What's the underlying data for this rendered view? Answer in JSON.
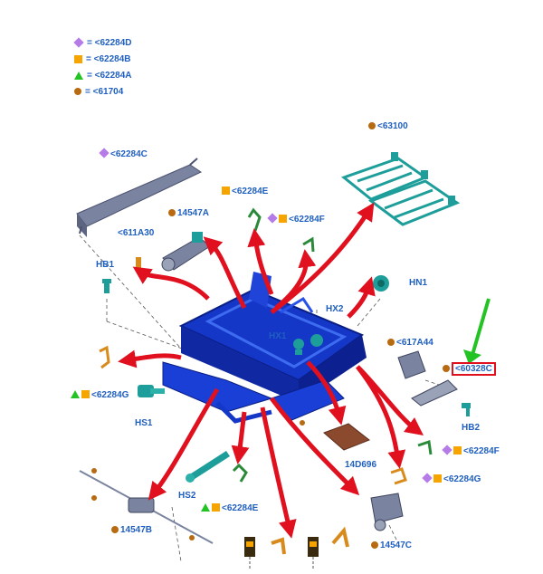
{
  "colors": {
    "label_blue": "#1f5fbf",
    "callout_red": "#e0101f",
    "pointer_green": "#22c322",
    "frame_blue": "#1437c8",
    "diamond_purple": "#b57ce8",
    "square_orange": "#f5a400",
    "dot_brown": "#b86a10",
    "part_teal": "#1e9e9a",
    "part_grey": "#7a84a0"
  },
  "legend": [
    {
      "symbol": "diamond-icon",
      "text": "= <62284D"
    },
    {
      "symbol": "square-icon",
      "text": "= <62284B"
    },
    {
      "symbol": "triangle-icon",
      "text": "= <62284A"
    },
    {
      "symbol": "dot-icon",
      "text": "= <61704"
    }
  ],
  "labels": {
    "c62284c": "<62284C",
    "c63100": "<63100",
    "c62284e_top": "<62284E",
    "c14547a": "14547A",
    "c62284f_top": "<62284F",
    "c611a30": "<611A30",
    "hb1": "HB1",
    "hn1": "HN1",
    "hx2": "HX2",
    "hx1": "HX1",
    "c617a44": "<617A44",
    "c60328c": "<60328C",
    "c62284g_left": "<62284G",
    "hs1": "HS1",
    "hb2": "HB2",
    "c62284f_right": "<62284F",
    "c14d696": "14D696",
    "c62284g_right": "<62284G",
    "hs2": "HS2",
    "c62284e_bottom": "<62284E",
    "c14547b": "14547B",
    "c14547c": "14547C"
  }
}
